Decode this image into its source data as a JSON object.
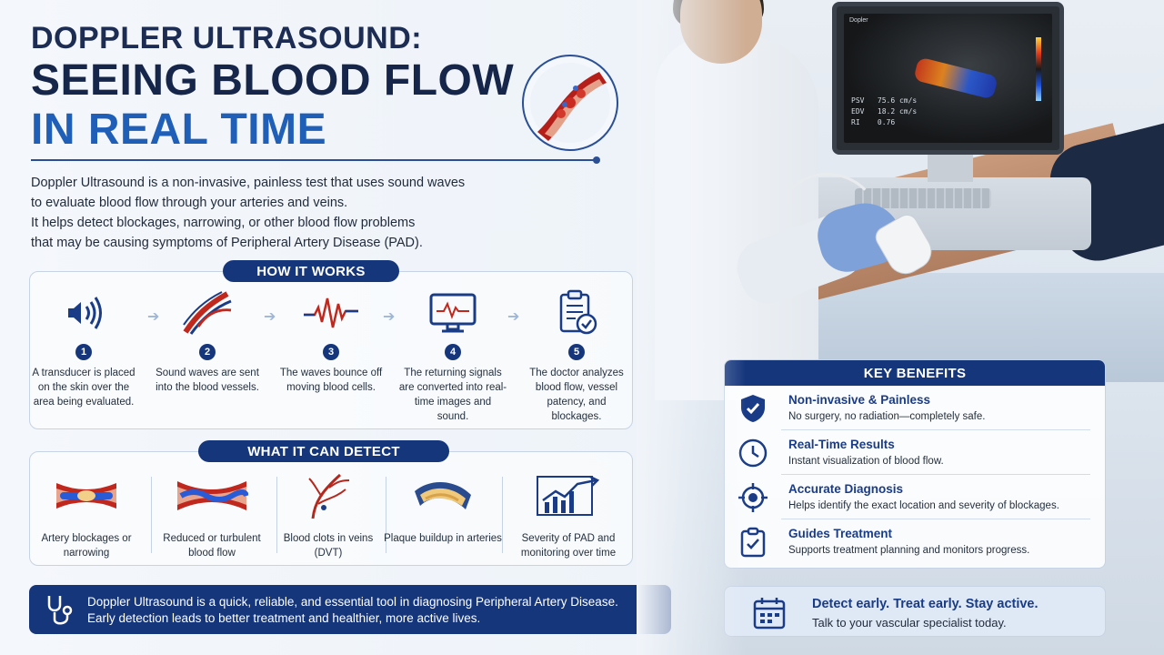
{
  "title": {
    "line1": "DOPPLER ULTRASOUND:",
    "line2": "SEEING BLOOD FLOW",
    "line3": "IN REAL TIME"
  },
  "intro": {
    "lines": [
      "Doppler Ultrasound is a non-invasive, painless test that uses sound waves",
      "to evaluate blood flow through your arteries and veins.",
      "It helps detect blockages, narrowing, or other blood flow problems",
      "that may be causing symptoms of Peripheral Artery Disease (PAD)."
    ]
  },
  "how_it_works": {
    "heading": "HOW IT WORKS",
    "steps": [
      {
        "num": "1",
        "icon": "sound-wave-icon",
        "text": "A transducer is placed on the skin over the area being evaluated."
      },
      {
        "num": "2",
        "icon": "blood-vessel-icon",
        "text": "Sound waves are sent into the blood vessels."
      },
      {
        "num": "3",
        "icon": "waveform-icon",
        "text": "The waves bounce off moving blood cells."
      },
      {
        "num": "4",
        "icon": "monitor-icon",
        "text": "The returning signals are converted into real-time images and sound."
      },
      {
        "num": "5",
        "icon": "clipboard-check-icon",
        "text": "The doctor analyzes blood flow, vessel patency, and blockages."
      }
    ]
  },
  "what_it_can_detect": {
    "heading": "WHAT IT CAN DETECT",
    "items": [
      {
        "icon": "artery-blockage-icon",
        "text": "Artery blockages or narrowing"
      },
      {
        "icon": "turbulent-flow-icon",
        "text": "Reduced or turbulent blood flow"
      },
      {
        "icon": "vein-clot-icon",
        "text": "Blood clots in veins (DVT)"
      },
      {
        "icon": "plaque-icon",
        "text": "Plaque buildup in arteries"
      },
      {
        "icon": "trend-chart-icon",
        "text": "Severity of PAD and monitoring over time"
      }
    ]
  },
  "banner": {
    "line1": "Doppler Ultrasound is a quick, reliable, and essential tool in diagnosing Peripheral Artery Disease.",
    "line2": "Early detection leads to better treatment and healthier, more active lives."
  },
  "key_benefits": {
    "heading": "KEY BENEFITS",
    "items": [
      {
        "icon": "shield-check-icon",
        "title": "Non-invasive & Painless",
        "text": "No surgery, no radiation—completely safe."
      },
      {
        "icon": "clock-icon",
        "title": "Real-Time Results",
        "text": "Instant visualization of blood flow."
      },
      {
        "icon": "crosshair-icon",
        "title": "Accurate Diagnosis",
        "text": "Helps identify the exact location and severity of blockages."
      },
      {
        "icon": "clipboard-check-icon",
        "title": "Guides Treatment",
        "text": "Supports treatment planning and monitors progress."
      }
    ]
  },
  "cta": {
    "icon": "calendar-icon",
    "title": "Detect early. Treat early. Stay active.",
    "text": "Talk to your vascular specialist today."
  },
  "monitor": {
    "brand": "Dopler",
    "readout": "PSV   75.6 cm/s\nEDV   18.2 cm/s\nRI    0.76"
  },
  "colors": {
    "navy": "#16367c",
    "accent_blue": "#1f5fb7",
    "title_dark": "#16264a",
    "artery_red": "#c0281e"
  }
}
